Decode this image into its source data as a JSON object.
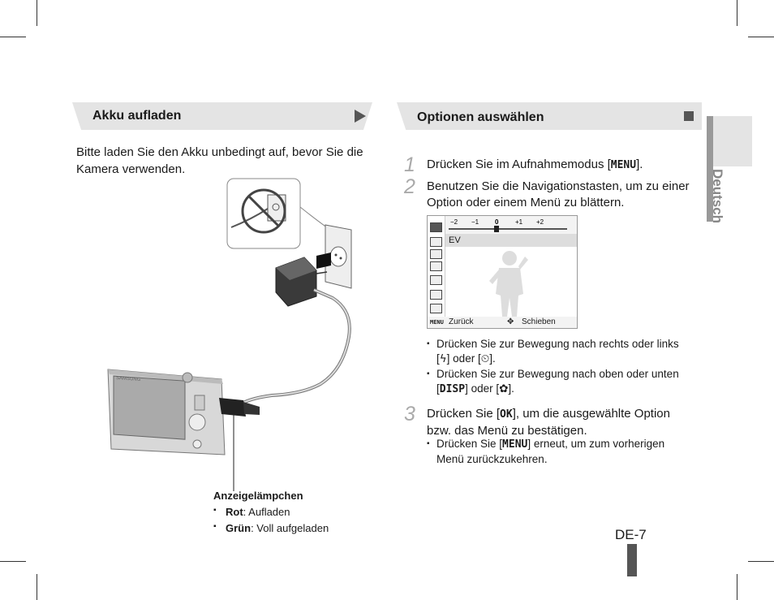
{
  "left_section": {
    "title": "Akku aufladen",
    "intro": "Bitte laden Sie den Akku unbedingt auf, bevor Sie die Kamera verwenden.",
    "camera_brand": "SAMSUNG",
    "caption_title": "Anzeigelämpchen",
    "caption_items": [
      {
        "term": "Rot",
        "desc": ": Aufladen"
      },
      {
        "term": "Grün",
        "desc": ": Voll aufgeladen"
      }
    ]
  },
  "right_section": {
    "title": "Optionen auswählen",
    "side_tab": "Deutsch",
    "steps": [
      {
        "num": "1",
        "text_before": "Drücken Sie im Aufnahmemodus [",
        "key": "MENU",
        "text_after": "]."
      },
      {
        "num": "2",
        "text": "Benutzen Sie die Navigationstasten, um zu einer Option oder einem Menü zu blättern."
      },
      {
        "num": "3",
        "text_before": "Drücken Sie [",
        "key": "OK",
        "text_after": "], um die ausgewählte Option bzw. das Menü zu bestätigen."
      }
    ],
    "step2_bullets": [
      {
        "before": "Drücken Sie zur Bewegung nach rechts oder links [",
        "mid": "] oder [",
        "after": "]."
      },
      {
        "before": "Drücken Sie zur Bewegung nach oben oder unten [",
        "key": "DISP",
        "mid": "] oder [",
        "after": "]."
      }
    ],
    "step3_bullet": {
      "before": "Drücken Sie [",
      "key": "MENU",
      "after": "] erneut, um zum vorherigen Menü zurückzukehren."
    },
    "screen": {
      "ev_label": "EV",
      "scale": [
        "−2",
        "−1",
        "0",
        "+1",
        "+2"
      ],
      "back_label": "Zurück",
      "move_label": "Schieben",
      "menu_key": "MENU"
    }
  },
  "page_number": "DE-7"
}
